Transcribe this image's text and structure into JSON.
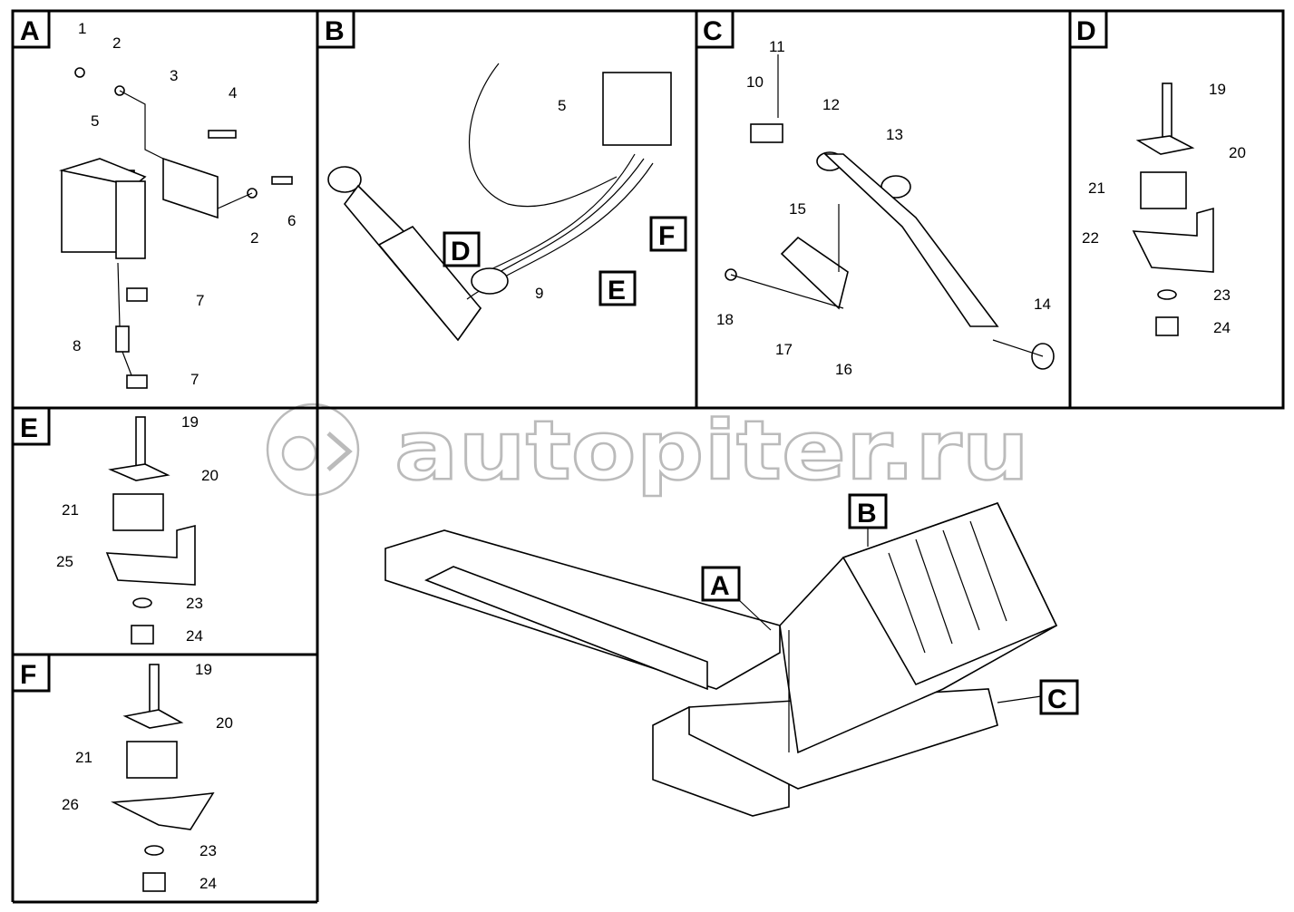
{
  "watermark": "autopiter.ru",
  "panels": {
    "A": {
      "letter": "A",
      "callouts": [
        "1",
        "2",
        "3",
        "4",
        "5",
        "6",
        "2",
        "7",
        "8",
        "7"
      ]
    },
    "B": {
      "letter": "B",
      "callouts": [
        "5",
        "9"
      ],
      "refs": [
        "D",
        "E",
        "F"
      ]
    },
    "C": {
      "letter": "C",
      "callouts": [
        "10",
        "11",
        "12",
        "13",
        "15",
        "14",
        "18",
        "17",
        "16"
      ]
    },
    "D": {
      "letter": "D",
      "callouts": [
        "19",
        "20",
        "21",
        "22",
        "23",
        "24"
      ]
    },
    "E": {
      "letter": "E",
      "callouts": [
        "19",
        "20",
        "21",
        "25",
        "23",
        "24"
      ]
    },
    "F": {
      "letter": "F",
      "callouts": [
        "19",
        "20",
        "21",
        "26",
        "23",
        "24"
      ]
    }
  },
  "overview": {
    "refs": [
      "B",
      "A",
      "C"
    ]
  }
}
